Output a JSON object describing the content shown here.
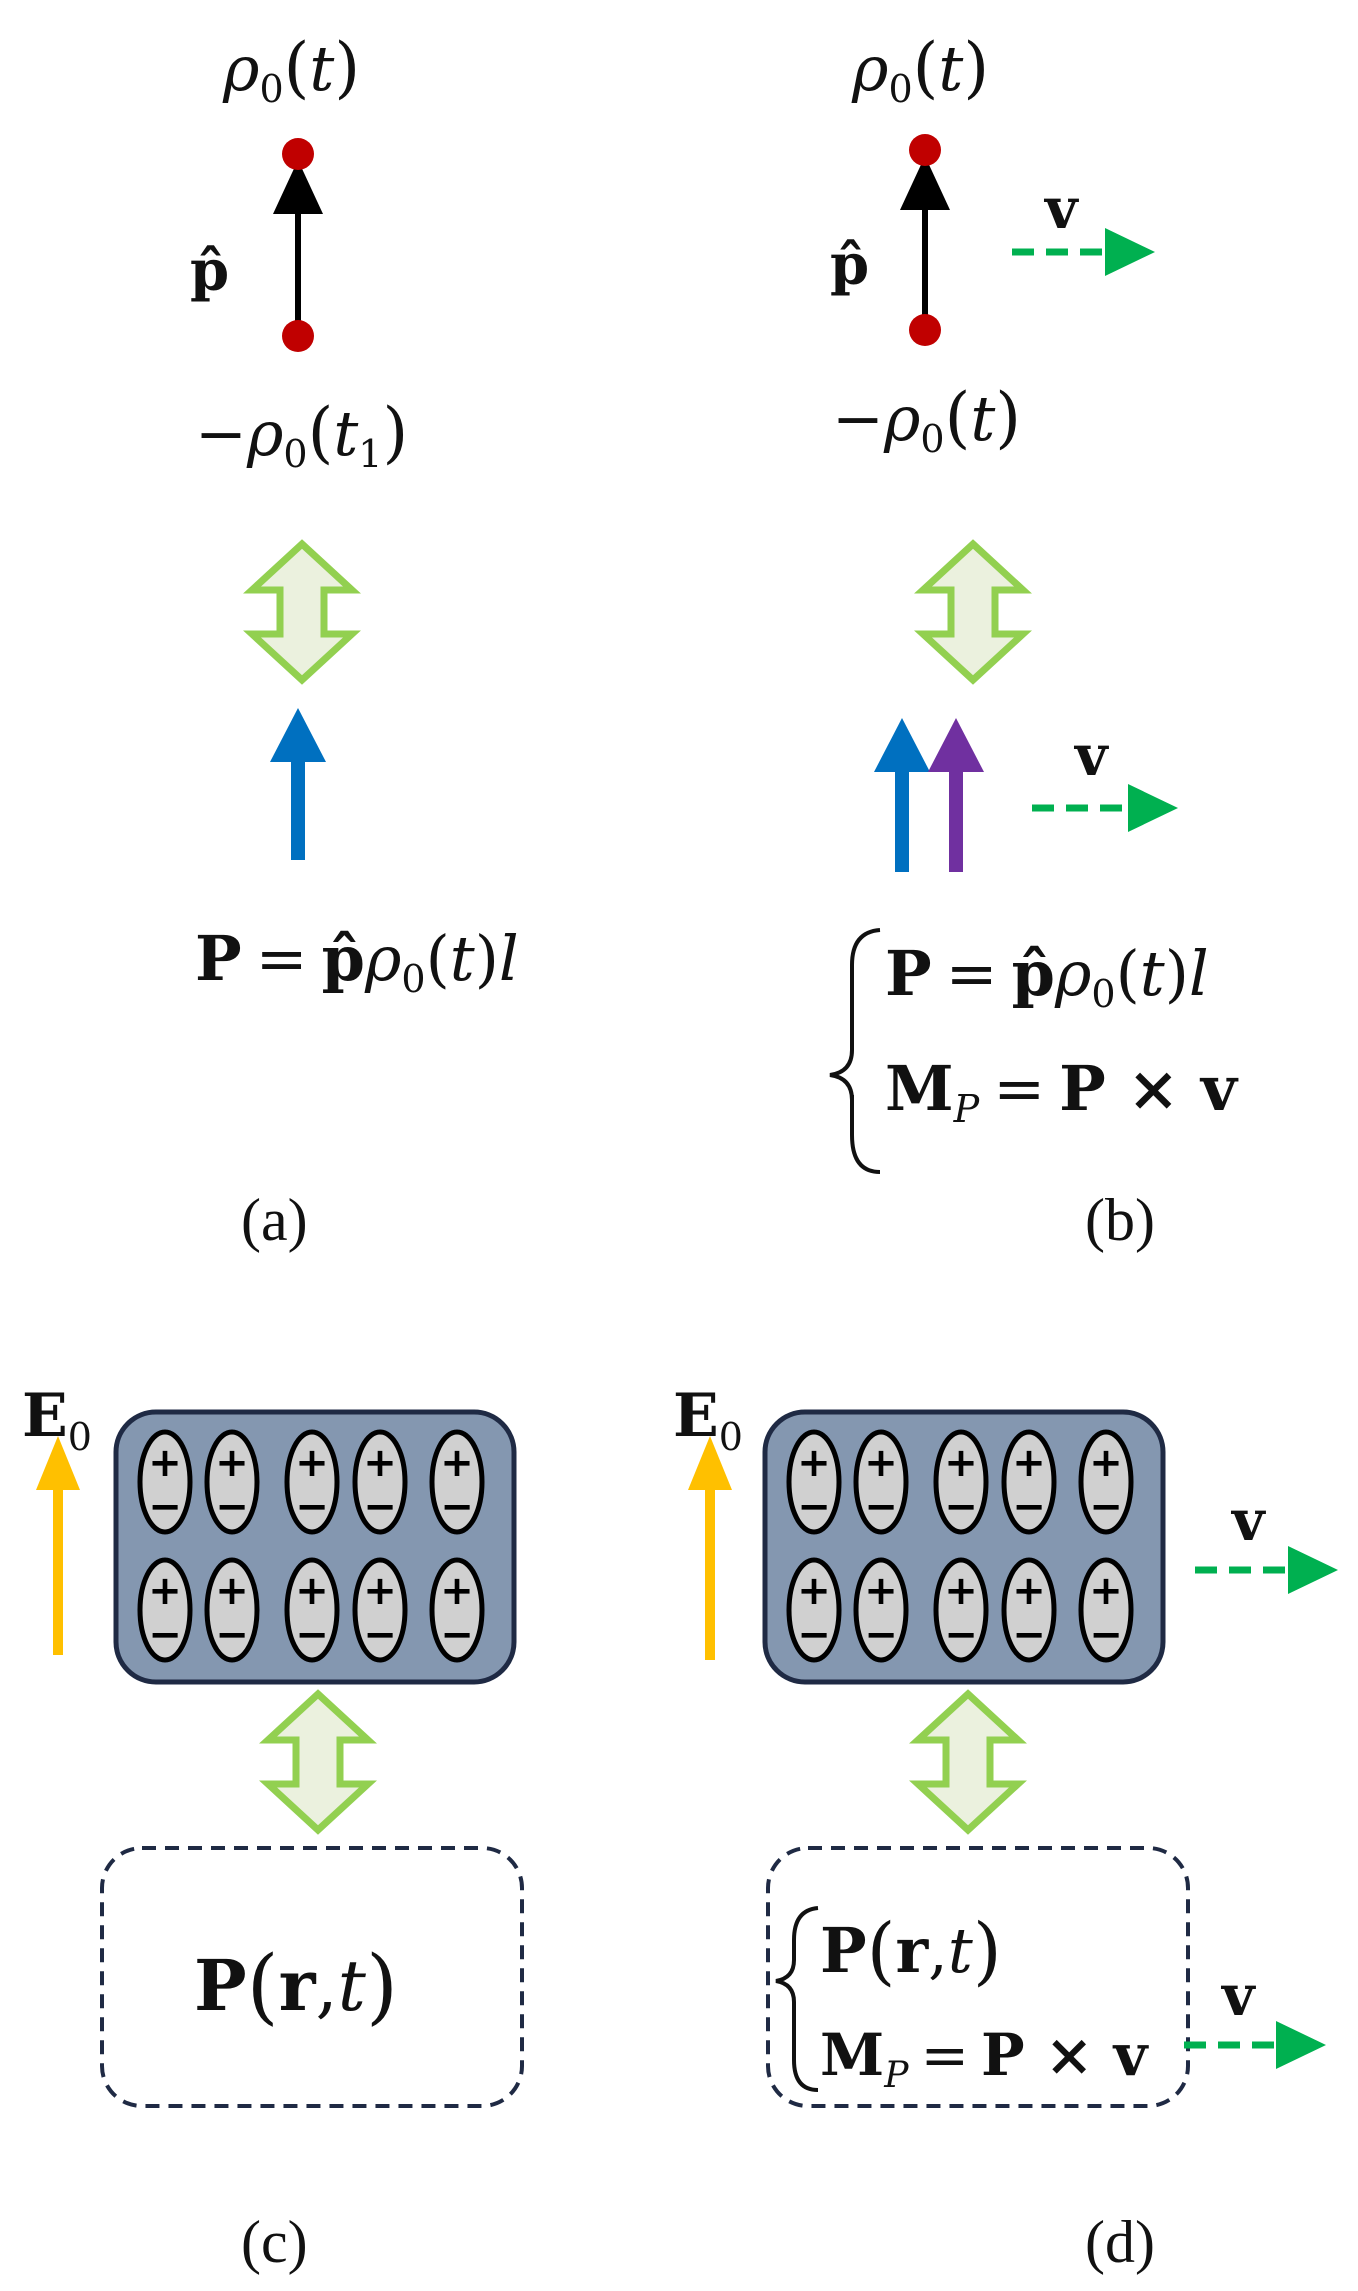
{
  "colors": {
    "charge": "#c00000",
    "arrow_black": "#000000",
    "equiv_stroke": "#92d050",
    "equiv_fill": "#ebf1de",
    "velocity": "#00b050",
    "polarization": "#0070c0",
    "magnetization": "#7030a0",
    "field": "#ffc000",
    "dielectric_fill": "#8497b0",
    "dielectric_stroke": "#1f2a44",
    "dipole_fill": "#d0d0d0"
  },
  "panel_a": {
    "top_charge": {
      "sym": "ρ",
      "sub": "0",
      "arg": "t"
    },
    "bottom_charge": {
      "sign": "−",
      "sym": "ρ",
      "sub": "0",
      "arg": "t",
      "arg_sub": "1"
    },
    "dipole_unit": "p̂",
    "equation": {
      "lhs": "P",
      "eq": "=",
      "p": "p̂",
      "rho": "ρ",
      "sub": "0",
      "arg": "t",
      "len": "l"
    },
    "caption": "(a)"
  },
  "panel_b": {
    "top_charge": {
      "sym": "ρ",
      "sub": "0",
      "arg": "t"
    },
    "bottom_charge": {
      "sign": "−",
      "sym": "ρ",
      "sub": "0",
      "arg": "t"
    },
    "dipole_unit": "p̂",
    "velocity_label": "v",
    "velocity_label_2": "v",
    "eq1": {
      "lhs": "P",
      "eq": "=",
      "p": "p̂",
      "rho": "ρ",
      "sub": "0",
      "arg": "t",
      "len": "l"
    },
    "eq2": {
      "lhs": "M",
      "sub": "P",
      "eq": "=",
      "rhs": "P × v"
    },
    "caption": "(b)"
  },
  "panel_c": {
    "field_label": "E",
    "field_sub": "0",
    "dipole_plus": "+",
    "dipole_minus": "−",
    "box": {
      "P": "P",
      "r": "r",
      "comma": ",",
      "t": "t"
    },
    "caption": "(c)"
  },
  "panel_d": {
    "field_label": "E",
    "field_sub": "0",
    "dipole_plus": "+",
    "dipole_minus": "−",
    "velocity_label": "v",
    "velocity_label_2": "v",
    "eq1": {
      "P": "P",
      "r": "r",
      "comma": ",",
      "t": "t"
    },
    "eq2": {
      "lhs": "M",
      "sub": "P",
      "eq": "=",
      "rhs": "P × v"
    },
    "caption": "(d)"
  }
}
